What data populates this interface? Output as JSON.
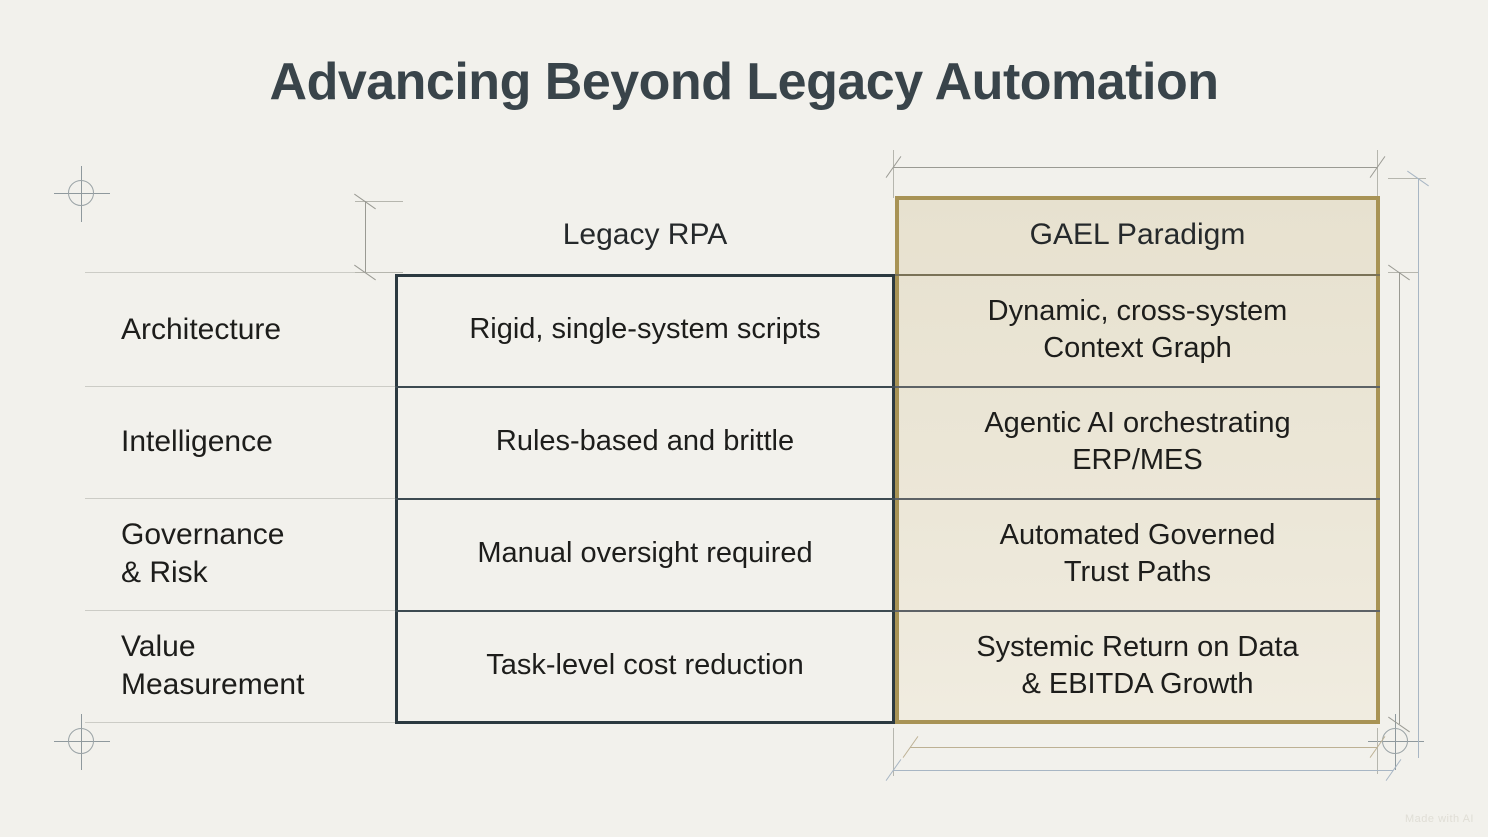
{
  "slide": {
    "title": "Advancing Beyond Legacy Automation",
    "background_color": "#f2f1ec",
    "title_color": "#39444a",
    "accent_gold": "#a89355",
    "accent_dark": "#2b3940",
    "gael_fill": "#e8e2d0",
    "watermark": "Made with AI"
  },
  "table": {
    "columns": [
      {
        "key": "dimension",
        "label": ""
      },
      {
        "key": "legacy",
        "label": "Legacy RPA"
      },
      {
        "key": "gael",
        "label": "GAEL Paradigm"
      }
    ],
    "rows": [
      {
        "label": "Architecture",
        "legacy": "Rigid, single-system scripts",
        "gael": "Dynamic, cross-system\nContext Graph"
      },
      {
        "label": "Intelligence",
        "legacy": "Rules-based and brittle",
        "gael": "Agentic AI orchestrating\nERP/MES"
      },
      {
        "label": "Governance\n& Risk",
        "legacy": "Manual oversight required",
        "gael": "Automated Governed\nTrust Paths"
      },
      {
        "label": "Value\nMeasurement",
        "legacy": "Task-level cost reduction",
        "gael": "Systemic Return on Data\n& EBITDA Growth"
      }
    ]
  },
  "annotations": {
    "registration_marks": 3,
    "dimension_lines": 6
  }
}
